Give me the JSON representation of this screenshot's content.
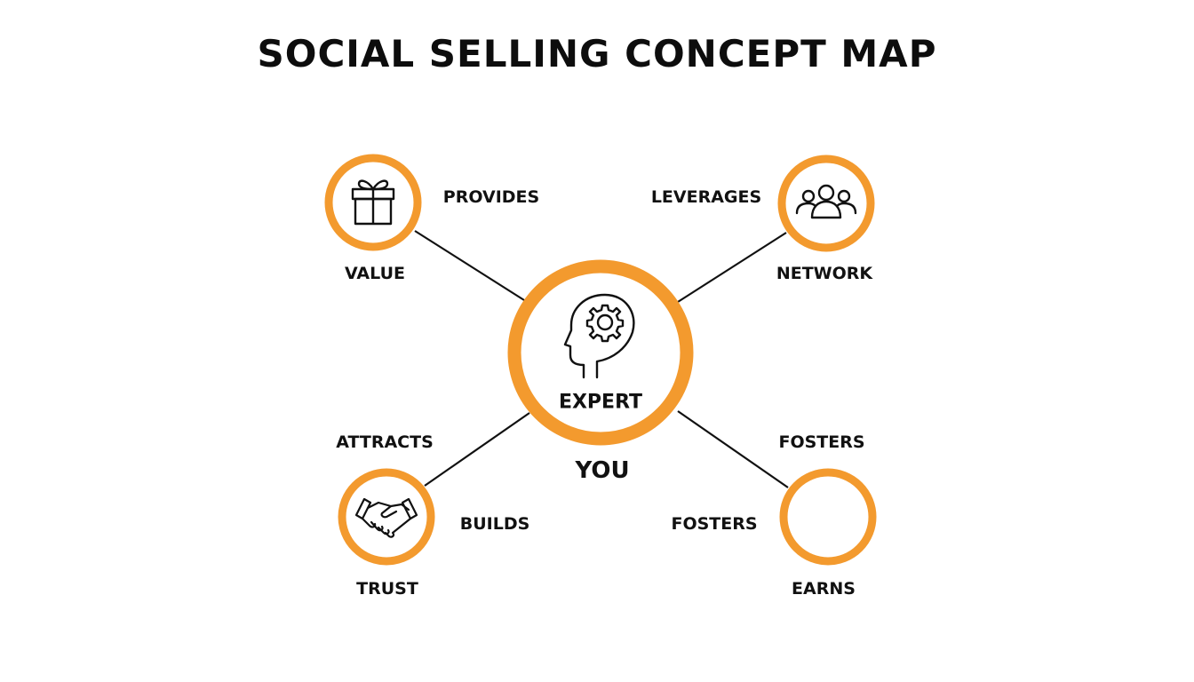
{
  "title": "SOCIAL SELLING CONCEPT MAP",
  "colors": {
    "accent": "#F39A2E",
    "line": "#111111",
    "text": "#111111",
    "background": "#FFFFFF"
  },
  "center": {
    "label": "EXPERT",
    "caption": "YOU",
    "icon": "head-gear-icon"
  },
  "nodes": [
    {
      "id": "value",
      "label": "VALUE",
      "relation": "PROVIDES",
      "icon": "gift-icon"
    },
    {
      "id": "network",
      "label": "NETWORK",
      "relation": "LEVERAGES",
      "icon": "people-group-icon"
    },
    {
      "id": "trust",
      "label": "TRUST",
      "relation": "ATTRACTS",
      "secondary_relation": "BUILDS",
      "icon": "handshake-icon"
    },
    {
      "id": "earns",
      "label": "EARNS",
      "relation": "FOSTERS",
      "secondary_relation": "FOSTERS",
      "icon": ""
    }
  ]
}
